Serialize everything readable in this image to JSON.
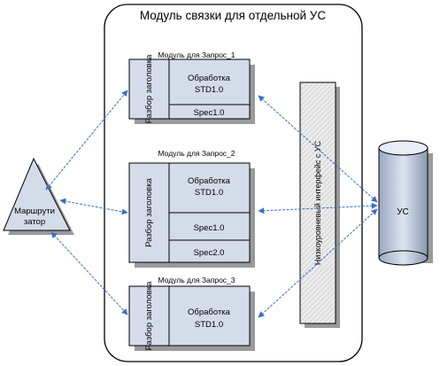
{
  "title": "Модуль связки для отдельной УС",
  "router": {
    "label_line1": "Маршрути",
    "label_line2": "затор"
  },
  "us": {
    "label": "УС"
  },
  "interface": {
    "label": "Низкоуровневый интерфейс с УС"
  },
  "modules": [
    {
      "caption": "Модуль для Запрос_1",
      "header_parse": "Разбор заголовка",
      "processing_line1": "Обработка",
      "processing_line2": "STD1.0",
      "specs": [
        "Spec1.0"
      ]
    },
    {
      "caption": "Модуль для Запрос_2",
      "header_parse": "Разбор заголовка",
      "processing_line1": "Обработка",
      "processing_line2": "STD1.0",
      "specs": [
        "Spec1.0",
        "Spec2.0"
      ]
    },
    {
      "caption": "Модуль для Запрос_3",
      "header_parse": "Разбор заголовка",
      "processing_line1": "Обработка",
      "processing_line2": "STD1.0",
      "specs": []
    }
  ],
  "colors": {
    "box_fill": "#d4dcea",
    "stroke": "#000000",
    "arrow": "#3a6fc8",
    "interface_fill": "#e4e4e4",
    "shadow": "#9a9a9a"
  }
}
